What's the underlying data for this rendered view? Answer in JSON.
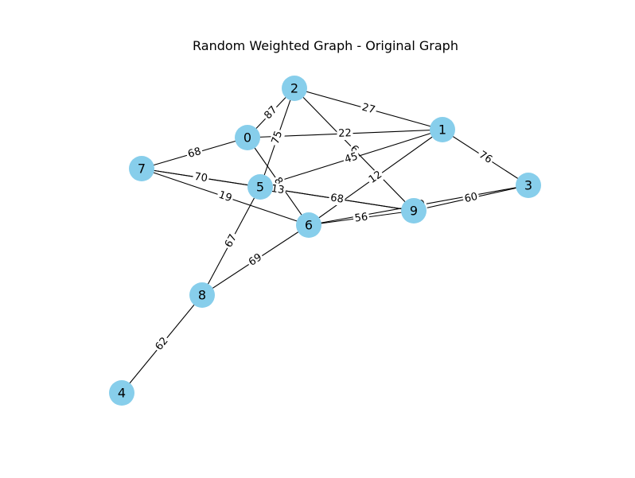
{
  "title": "Random Weighted Graph - Original Graph",
  "colors": {
    "node": "#87ceeb",
    "edge": "#000000",
    "text": "#000000",
    "background": "#ffffff"
  },
  "graph": {
    "nodes": [
      "0",
      "1",
      "2",
      "3",
      "4",
      "5",
      "6",
      "7",
      "8",
      "9"
    ],
    "edges": [
      {
        "source": "2",
        "target": "0",
        "weight": "87"
      },
      {
        "source": "2",
        "target": "1",
        "weight": "27"
      },
      {
        "source": "2",
        "target": "5",
        "weight": "75"
      },
      {
        "source": "2",
        "target": "9",
        "weight": "6"
      },
      {
        "source": "0",
        "target": "1",
        "weight": "22"
      },
      {
        "source": "0",
        "target": "7",
        "weight": "68"
      },
      {
        "source": "0",
        "target": "6",
        "weight": "8"
      },
      {
        "source": "1",
        "target": "3",
        "weight": "76"
      },
      {
        "source": "1",
        "target": "5",
        "weight": "45"
      },
      {
        "source": "1",
        "target": "6",
        "weight": "12"
      },
      {
        "source": "7",
        "target": "5",
        "weight": "70"
      },
      {
        "source": "7",
        "target": "6",
        "weight": "19"
      },
      {
        "source": "7",
        "target": "9",
        "weight": "13"
      },
      {
        "source": "5",
        "target": "9",
        "weight": "68"
      },
      {
        "source": "5",
        "target": "8",
        "weight": "67"
      },
      {
        "source": "6",
        "target": "9",
        "weight": "56"
      },
      {
        "source": "6",
        "target": "8",
        "weight": "69"
      },
      {
        "source": "6",
        "target": "3",
        "weight": "60"
      },
      {
        "source": "9",
        "target": "3",
        "weight": "60"
      },
      {
        "source": "8",
        "target": "4",
        "weight": "62"
      }
    ]
  }
}
